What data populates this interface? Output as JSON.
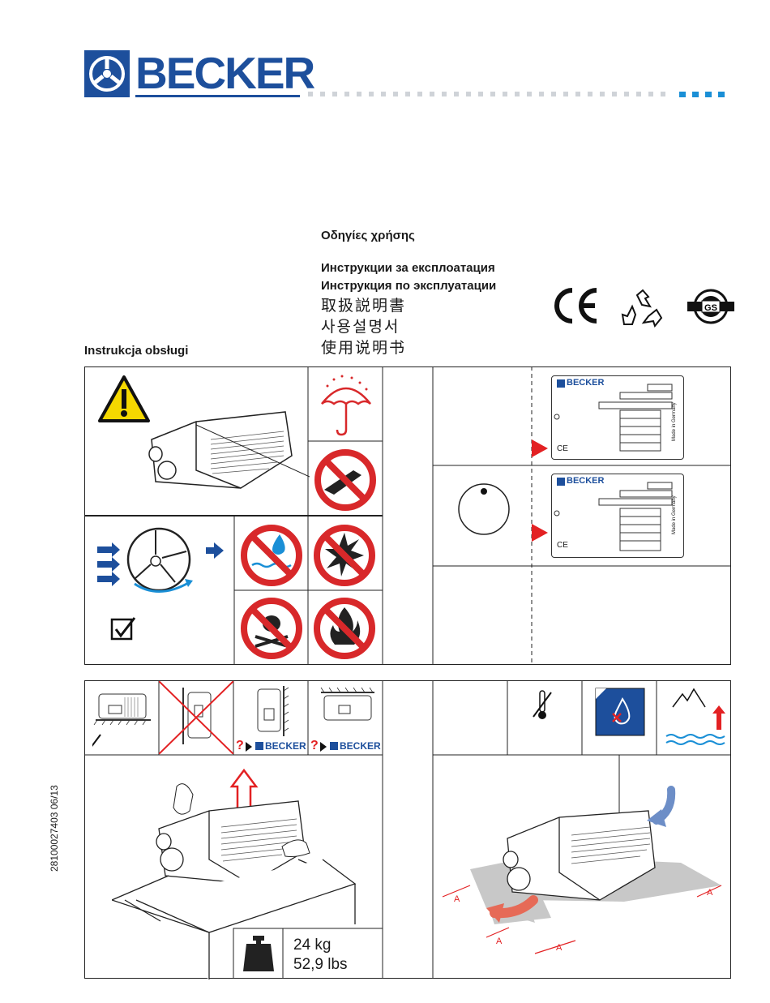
{
  "header": {
    "logo_text": "BECKER",
    "brand_color": "#1d4f9c",
    "accent_dots_color": "#1a8fd6"
  },
  "titles": {
    "greek": "Οδηγίες χρήσης",
    "bulgarian": "Инструкции за експлоатация",
    "russian": "Инструкция по эксплуатации",
    "japanese": "取扱説明書",
    "korean": "사용설명서",
    "chinese": "使用说明书",
    "polish": "Instrukcja obsługi"
  },
  "cert_icons": [
    "ce-mark",
    "recycle-icon",
    "gs-mark"
  ],
  "nameplate": {
    "brand": "BECKER",
    "ce": "CE",
    "made_in": "Made in Germany"
  },
  "mounting": {
    "brand_label": "BECKER",
    "question": "?"
  },
  "weight": {
    "kg": "24 kg",
    "lbs": "52,9 lbs"
  },
  "clearance_label": "A",
  "doc_code": "28100027403   06/13"
}
